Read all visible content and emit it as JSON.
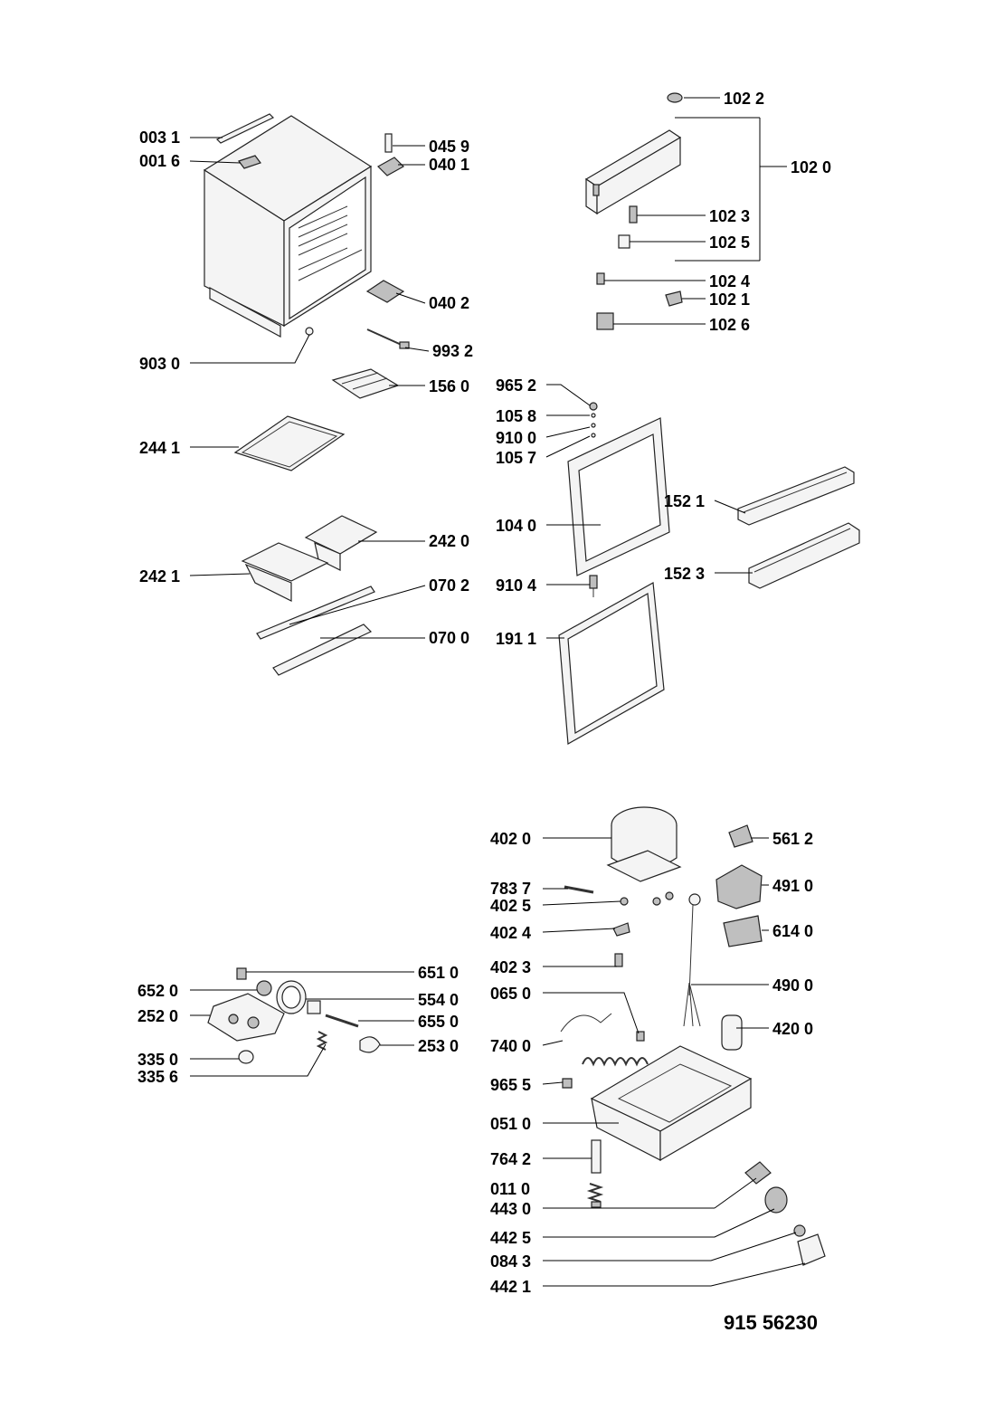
{
  "labels": {
    "l0031": "003 1",
    "l0016": "001 6",
    "l0459": "045 9",
    "l0401": "040 1",
    "l0402": "040 2",
    "l9930": "903 0",
    "l9932": "993 2",
    "l1560": "156 0",
    "l2441": "244 1",
    "l2420": "242 0",
    "l2421": "242 1",
    "l0702": "070 2",
    "l0700": "070 0",
    "l1022": "102 2",
    "l1020": "102 0",
    "l1023": "102 3",
    "l1025": "102 5",
    "l1024": "102 4",
    "l1021": "102 1",
    "l1026": "102 6",
    "l9652": "965 2",
    "l1058": "105 8",
    "l9100": "910 0",
    "l1057": "105 7",
    "l1521": "152 1",
    "l1040": "104 0",
    "l1523": "152 3",
    "l9104": "910 4",
    "l1911": "191 1",
    "l4020": "402 0",
    "l5612": "561 2",
    "l7837": "783 7",
    "l4025": "402 5",
    "l4910": "491 0",
    "l4024": "402 4",
    "l6140": "614 0",
    "l4023": "402 3",
    "l4900": "490 0",
    "l0650": "065 0",
    "l4200": "420 0",
    "l7400": "740 0",
    "l9655": "965 5",
    "l0510": "051 0",
    "l7642": "764 2",
    "l0110": "011 0",
    "l4430": "443 0",
    "l4425": "442 5",
    "l0843": "084 3",
    "l4421": "442 1",
    "l6510": "651 0",
    "l6520": "652 0",
    "l5540": "554 0",
    "l2520": "252 0",
    "l6550": "655 0",
    "l2530": "253 0",
    "l3350": "335 0",
    "l3356": "335 6"
  },
  "document_number": "915 56230"
}
